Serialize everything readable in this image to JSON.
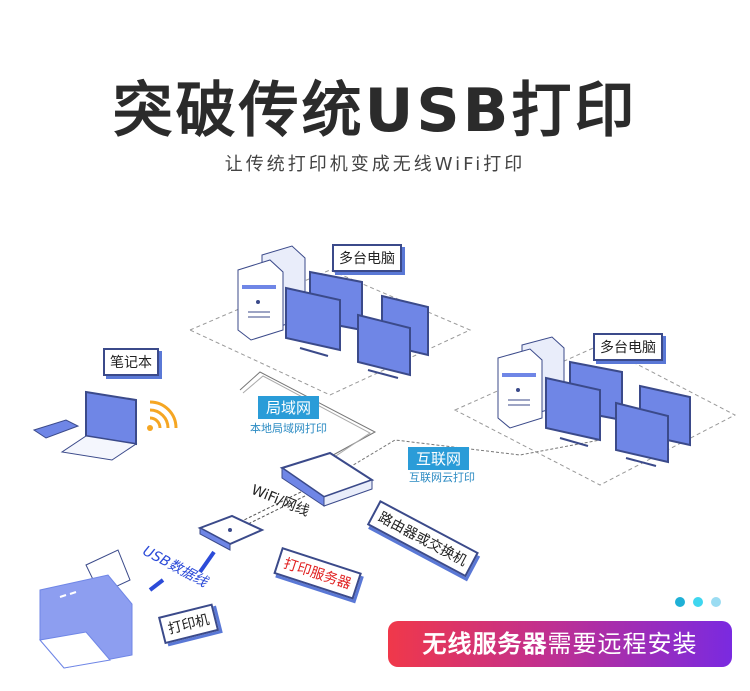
{
  "header": {
    "title": "突破传统USB打印",
    "subtitle": "让传统打印机变成无线WiFi打印"
  },
  "nodes": {
    "computers_group_1": {
      "label": "多台电脑"
    },
    "computers_group_2": {
      "label": "多台电脑"
    },
    "laptop": {
      "label": "笔记本"
    },
    "router": {
      "label": "路由器或交换机"
    },
    "print_server": {
      "label": "打印服务器"
    },
    "printer": {
      "label": "打印机"
    }
  },
  "connections": {
    "lan": {
      "label": "局域网",
      "sublabel": "本地局域网打印"
    },
    "internet": {
      "label": "互联网",
      "sublabel": "互联网云打印"
    },
    "wifi": {
      "label": "WiFi/网线"
    },
    "usb": {
      "label": "USB数据线"
    }
  },
  "banner": {
    "bold_text": "无线服务器",
    "text": "需要远程安装"
  },
  "pager_dots": [
    "#1fb0d6",
    "#3fd6ef",
    "#9adcf2"
  ],
  "colors": {
    "device_blue": "#6f86e6",
    "outline": "#3b4a8a",
    "net_label_bg": "#2a9cd8",
    "wifi_orange": "#f5a623",
    "print_server_label": "#e02020"
  }
}
